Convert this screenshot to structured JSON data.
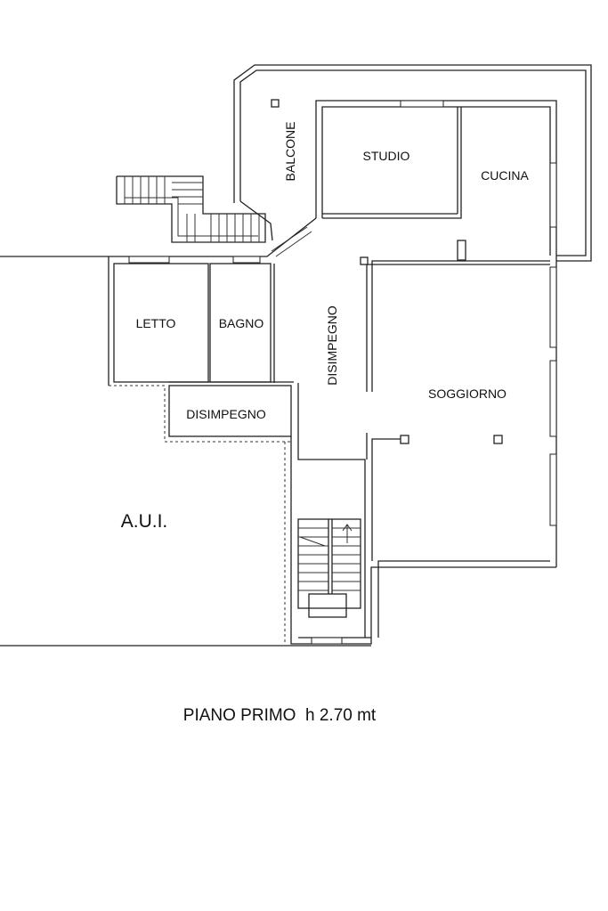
{
  "rooms": {
    "balcone": "BALCONE",
    "studio": "STUDIO",
    "cucina": "CUCINA",
    "letto": "LETTO",
    "bagno": "BAGNO",
    "disimpegno_vertical": "DISIMPEGNO",
    "disimpegno_small": "DISIMPEGNO",
    "soggiorno": "SOGGIORNO",
    "aui": "A.U.I."
  },
  "caption": "PIANO PRIMO  h 2.70 mt",
  "colors": {
    "lines": "#222222",
    "background": "#ffffff"
  }
}
